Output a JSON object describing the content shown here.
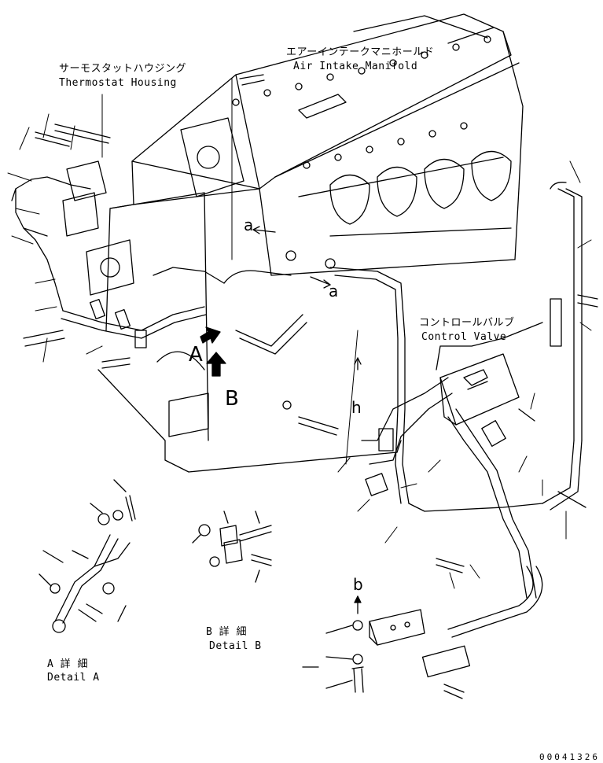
{
  "labels": {
    "air_intake_jp": "エアーインテークマニホールド",
    "air_intake_en": "Air Intake Manifold",
    "thermostat_jp": "サーモスタットハウジング",
    "thermostat_en": "Thermostat Housing",
    "control_valve_jp": "コントロールバルブ",
    "control_valve_en": "Control Valve",
    "detail_a_jp": "A 詳 細",
    "detail_a_en": "Detail A",
    "detail_b_jp": "B 詳 細",
    "detail_b_en": "Detail B",
    "callout_a_upper": "a",
    "callout_a_lower": "a",
    "callout_A": "A",
    "callout_B": "B",
    "callout_h": "h",
    "callout_b": "b",
    "drawing_number": "00041326"
  },
  "colors": {
    "line": "#000000",
    "background": "#ffffff"
  }
}
